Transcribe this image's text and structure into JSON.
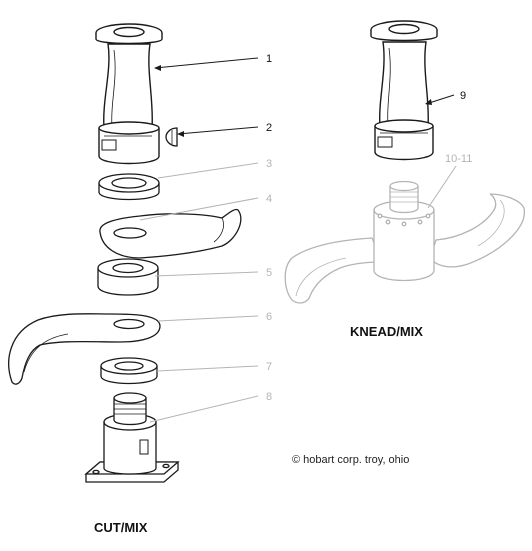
{
  "callouts": {
    "c1": "1",
    "c2": "2",
    "c3": "3",
    "c4": "4",
    "c5": "5",
    "c6": "6",
    "c7": "7",
    "c8": "8",
    "c9": "9",
    "c10": "10-11"
  },
  "captions": {
    "cut_mix": "CUT/MIX",
    "knead_mix": "KNEAD/MIX"
  },
  "copyright": "© hobart corp. troy, ohio",
  "colors": {
    "dark_part": "#1a1a1a",
    "light_part": "#b4b4b4",
    "background": "#ffffff"
  }
}
